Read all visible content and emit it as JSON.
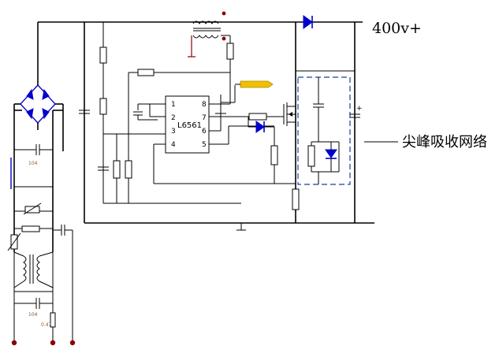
{
  "labels": {
    "output_voltage": "400v+",
    "chip_name": "L6561",
    "snubber_label": "尖峰吸收网络",
    "cap_104_top": "104",
    "cap_104_bottom": "104",
    "cap_047": "0.47"
  },
  "chip_pins": {
    "left": [
      "1",
      "2",
      "3",
      "4"
    ],
    "right": [
      "8",
      "7",
      "6",
      "5"
    ]
  },
  "colors": {
    "wire": "#000000",
    "diode": "#0000cc",
    "dots": "#8b0000",
    "snubber_box": "#1a3fa0",
    "drive_tag": "#f0c000"
  }
}
